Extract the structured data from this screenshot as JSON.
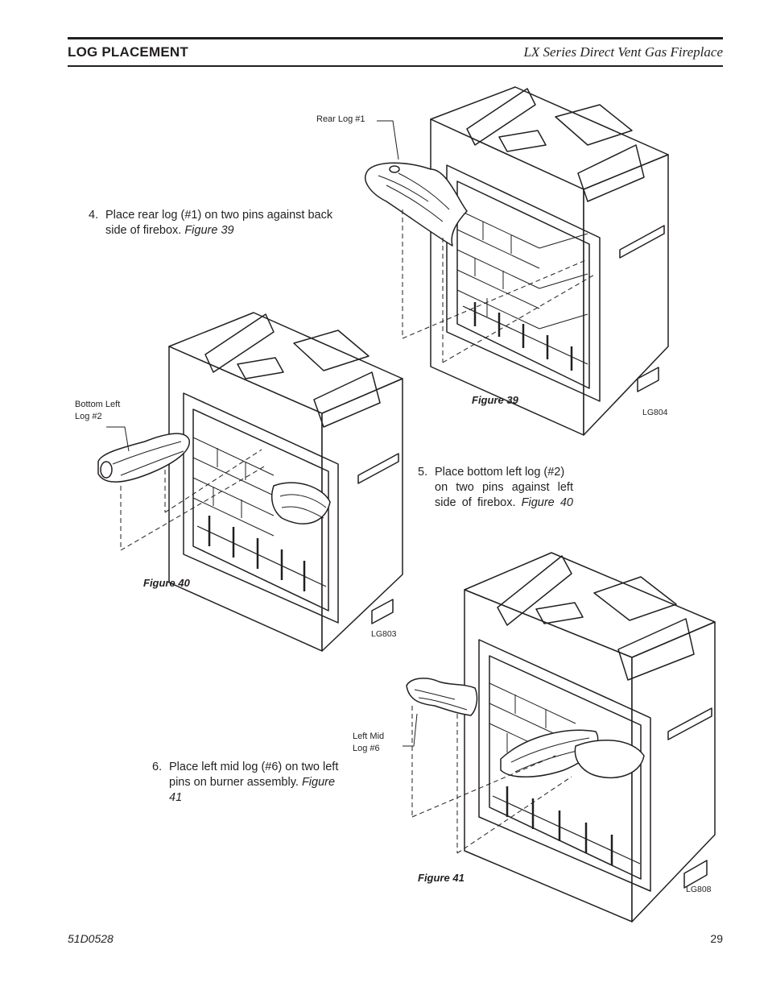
{
  "header": {
    "section_title": "LOG PLACEMENT",
    "document_title": "LX Series Direct Vent Gas Fireplace"
  },
  "steps": [
    {
      "number": "4.",
      "line1": "Place rear log (#1) on two pins against back",
      "line2_plain": "side of firebox. ",
      "line2_italic": "Figure 39"
    },
    {
      "number": "5.",
      "line1": "Place bottom left log (#2)",
      "line2": "on two pins against left",
      "line3_plain": "side of firebox. ",
      "line3_italic": "Figure 40"
    },
    {
      "number": "6.",
      "line1": "Place left mid log (#6) on two left",
      "line2_plain": "pins on burner assembly. ",
      "line2_italic": "Figure",
      "line3_italic": "41"
    }
  ],
  "figures": [
    {
      "caption": "Figure 39",
      "code": "LG804",
      "callout_lines": [
        "Rear Log #1"
      ]
    },
    {
      "caption": "Figure 40",
      "code": "LG803",
      "callout_lines": [
        "Bottom Left",
        "Log #2"
      ]
    },
    {
      "caption": "Figure 41",
      "code": "LG808",
      "callout_lines": [
        "Left Mid",
        "Log #6"
      ]
    }
  ],
  "footer": {
    "doc_number": "51D0528",
    "page_number": "29"
  }
}
